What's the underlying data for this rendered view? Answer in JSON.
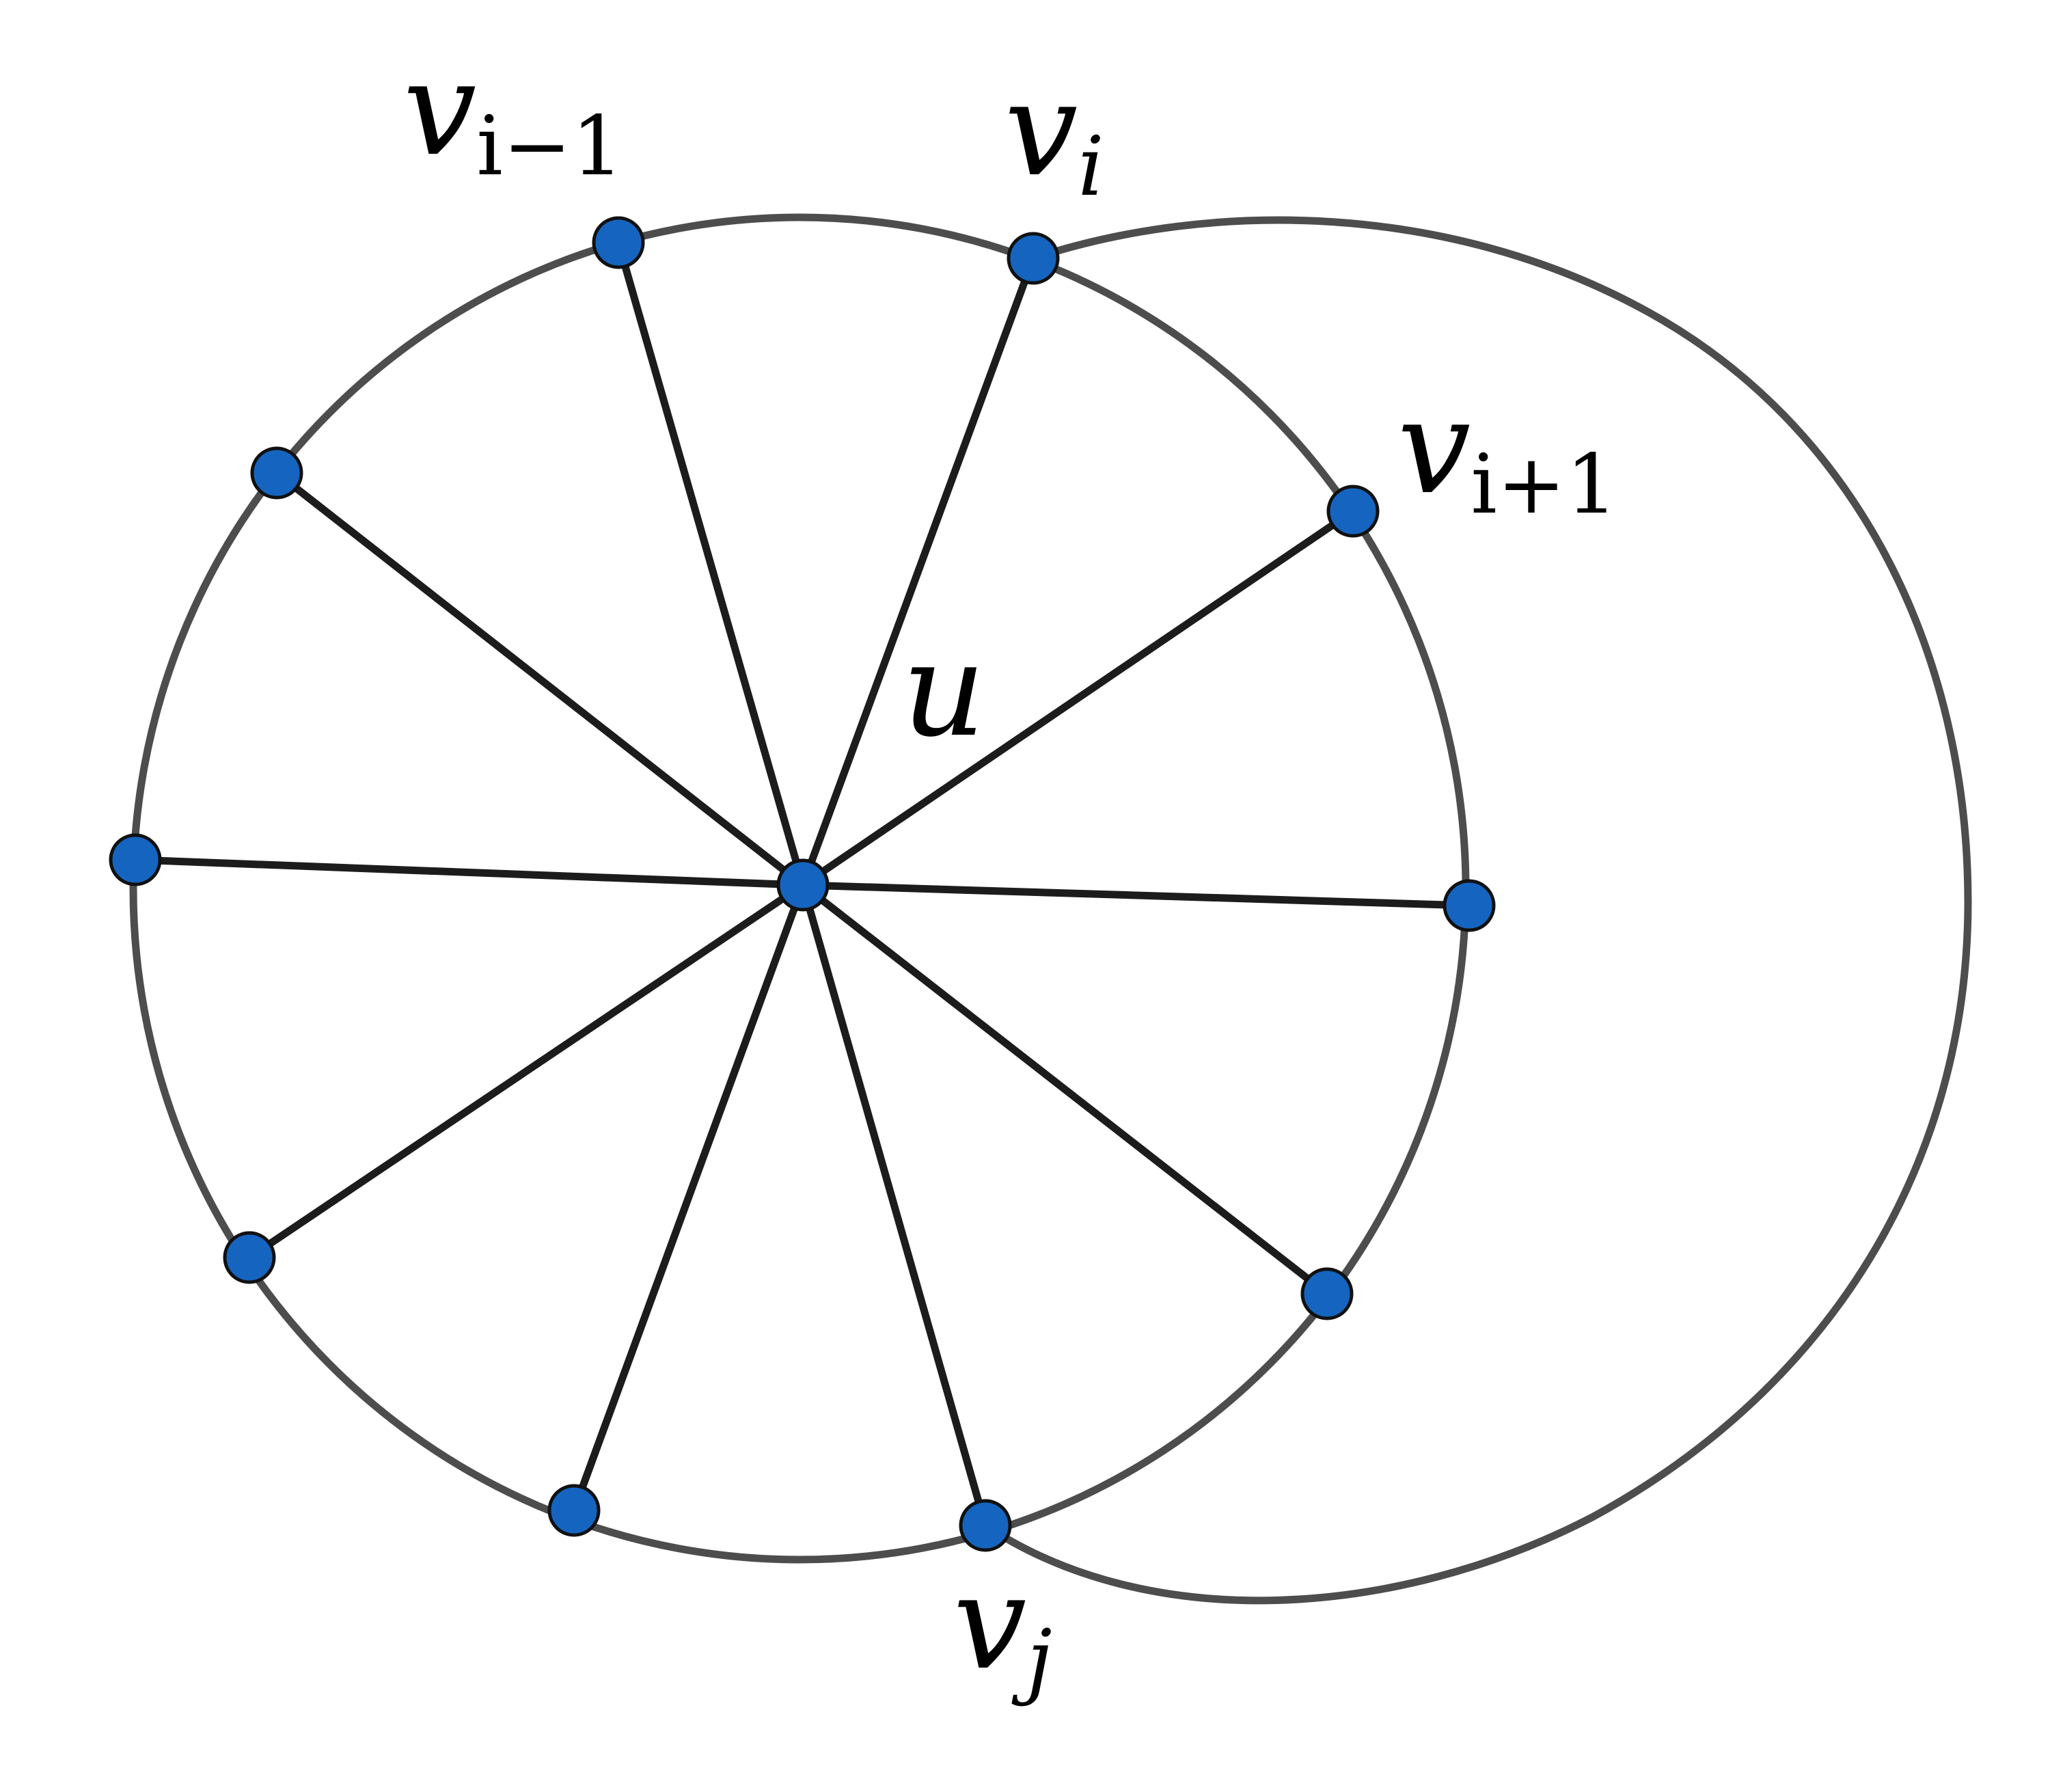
{
  "graph": {
    "center": {
      "id": "u",
      "label": "u"
    },
    "rim_vertices": [
      {
        "id": "v_i-1",
        "name": "v",
        "sub": "i−1"
      },
      {
        "id": "v_i",
        "name": "v",
        "sub": "i"
      },
      {
        "id": "v_i+1",
        "name": "v",
        "sub": "i+1"
      },
      {
        "id": "r3",
        "name": "",
        "sub": ""
      },
      {
        "id": "r4",
        "name": "",
        "sub": ""
      },
      {
        "id": "v_j",
        "name": "v",
        "sub": "j"
      },
      {
        "id": "r6",
        "name": "",
        "sub": ""
      },
      {
        "id": "r7",
        "name": "",
        "sub": ""
      },
      {
        "id": "r8",
        "name": "",
        "sub": ""
      },
      {
        "id": "r9",
        "name": "",
        "sub": ""
      }
    ],
    "spokes_from": "u",
    "outer_cycle_through_rim": true,
    "extra_arc": {
      "from": "v_i",
      "to": "v_j"
    }
  },
  "colors": {
    "vertex_fill": "#1565c0",
    "vertex_stroke": "#111111",
    "edge": "#1c1c1c",
    "rim": "#4d4d4d"
  },
  "labels": {
    "center": "u",
    "v_prev": {
      "main": "v",
      "sub": "i−1"
    },
    "v_i": {
      "main": "v",
      "sub": "i"
    },
    "v_next": {
      "main": "v",
      "sub": "i+1"
    },
    "v_j": {
      "main": "v",
      "sub": "j"
    }
  }
}
